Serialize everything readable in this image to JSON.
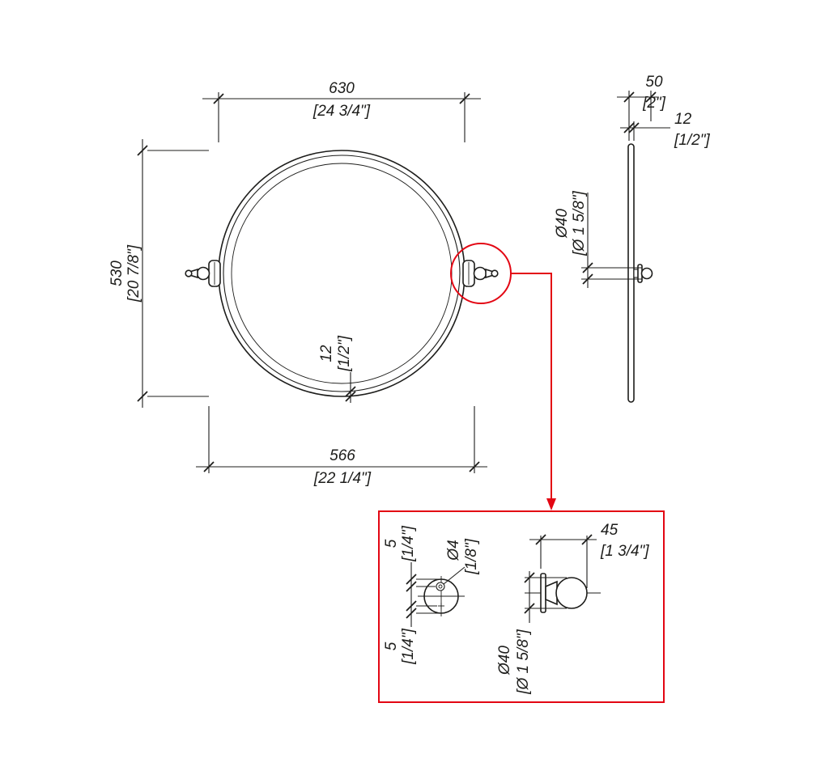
{
  "colors": {
    "line": "#1d1d1b",
    "accent": "#e30613",
    "background": "#ffffff"
  },
  "front": {
    "width": {
      "val": "630",
      "imp": "[24 3/4\"]"
    },
    "height": {
      "val": "530",
      "imp": "[20 7/8\"]"
    },
    "inner_width": {
      "val": "566",
      "imp": "[22 1/4\"]"
    },
    "frame": {
      "val": "12",
      "imp": "[1/2\"]"
    }
  },
  "side": {
    "depth": {
      "val": "50",
      "imp": "[2\"]"
    },
    "glass": {
      "val": "12",
      "imp": "[1/2\"]"
    },
    "knob": {
      "val": "Ø40",
      "imp": "[Ø 1 5/8\"]"
    }
  },
  "detail": {
    "offset_top": {
      "val": "5",
      "imp": "[1/4\"]"
    },
    "offset_bottom": {
      "val": "5",
      "imp": "[1/4\"]"
    },
    "hole": {
      "val": "Ø4",
      "imp": "[1/8\"]"
    },
    "width": {
      "val": "45",
      "imp": "[1 3/4\"]"
    },
    "knob": {
      "val": "Ø40",
      "imp": "[Ø 1 5/8\"]"
    }
  }
}
